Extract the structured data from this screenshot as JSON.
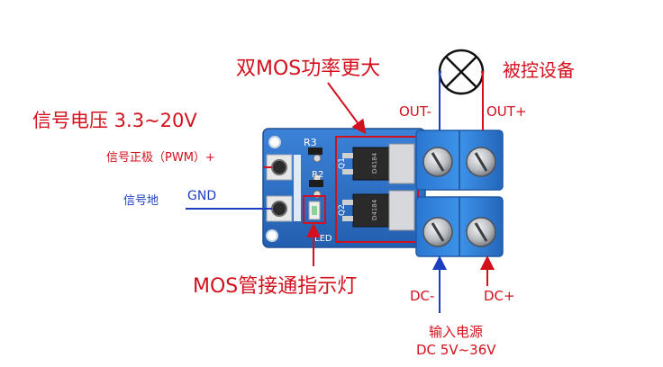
{
  "labels": {
    "signal_voltage": "信号电压 3.3~20V",
    "signal_positive": "信号正极（PWM）+",
    "signal_ground": "信号地",
    "gnd": "GND",
    "dual_mos": "双MOS功率更大",
    "controlled_device": "被控设备",
    "out_minus": "OUT-",
    "out_plus": "OUT+",
    "mos_indicator": "MOS管接通指示灯",
    "dc_minus": "DC-",
    "dc_plus": "DC+",
    "input_power": "输入电源",
    "input_range": "DC 5V~36V"
  },
  "silkscreen": {
    "r3": "R3",
    "r2": "R2",
    "q1": "Q1",
    "q2": "Q2",
    "led": "LED",
    "mosfet_1": "D4184",
    "mosfet_2": "D4184"
  },
  "colors": {
    "pcb": "#2f73c9",
    "terminal": "#2e7fd8",
    "annotation_red": "#d3101d",
    "annotation_blue": "#1d3fbf"
  }
}
